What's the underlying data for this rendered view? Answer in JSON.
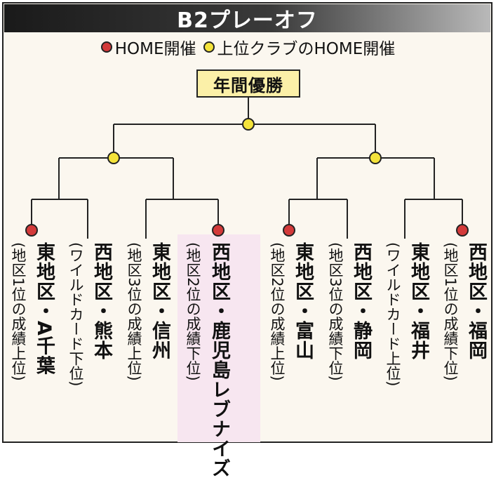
{
  "title": "B2プレーオフ",
  "legend": [
    {
      "label": "HOME開催",
      "color": "#d33a3a"
    },
    {
      "label": "上位クラブのHOME開催",
      "color": "#f4e33a"
    }
  ],
  "champion_label": "年間優勝",
  "teams": [
    {
      "name": "東地区・A千葉",
      "note": "(地区1位の成績上位)",
      "home": true
    },
    {
      "name": "西地区・熊本",
      "note": "(ワイルドカード下位)",
      "home": false
    },
    {
      "name": "東地区・信州",
      "note": "(地区3位の成績上位)",
      "home": false
    },
    {
      "name": "西地区・鹿児島レブナイズ",
      "note": "(地区2位の成績下位)",
      "home": true
    },
    {
      "name": "東地区・富山",
      "note": "(地区2位の成績上位)",
      "home": true
    },
    {
      "name": "西地区・静岡",
      "note": "(地区3位の成績下位)",
      "home": false
    },
    {
      "name": "東地区・福井",
      "note": "(ワイルドカード上位)",
      "home": false
    },
    {
      "name": "西地区・福岡",
      "note": "(地区1位の成績下位)",
      "home": true
    }
  ],
  "colors": {
    "home": "#d33a3a",
    "higher_seed_home": "#f4e33a",
    "highlight": "#f7e6f0"
  }
}
